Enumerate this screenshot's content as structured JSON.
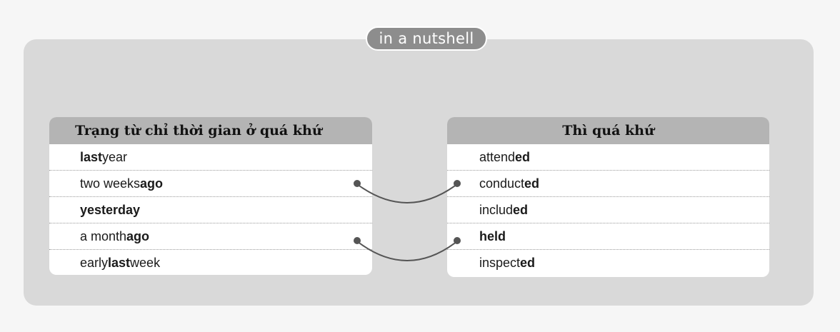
{
  "badge": "in a nutshell",
  "left": {
    "title": "Trạng từ chỉ thời gian ở quá khứ",
    "rows": [
      {
        "pre": "",
        "bold": "last",
        "post": " year"
      },
      {
        "pre": "two weeks ",
        "bold": "ago",
        "post": ""
      },
      {
        "pre": "",
        "bold": "yesterday",
        "post": ""
      },
      {
        "pre": "a month ",
        "bold": "ago",
        "post": ""
      },
      {
        "pre": "early ",
        "bold": "last",
        "post": " week"
      }
    ]
  },
  "right": {
    "title": "Thì quá khứ",
    "rows": [
      {
        "pre": "attend",
        "bold": "ed",
        "post": ""
      },
      {
        "pre": "conduct",
        "bold": "ed",
        "post": ""
      },
      {
        "pre": "includ",
        "bold": "ed",
        "post": ""
      },
      {
        "pre": "",
        "bold": "held",
        "post": ""
      },
      {
        "pre": "inspect",
        "bold": "ed",
        "post": ""
      }
    ]
  },
  "colors": {
    "panel": "#d9d9d9",
    "header": "#b4b4b4",
    "badge": "#8d8d8d",
    "connector": "#555555"
  }
}
